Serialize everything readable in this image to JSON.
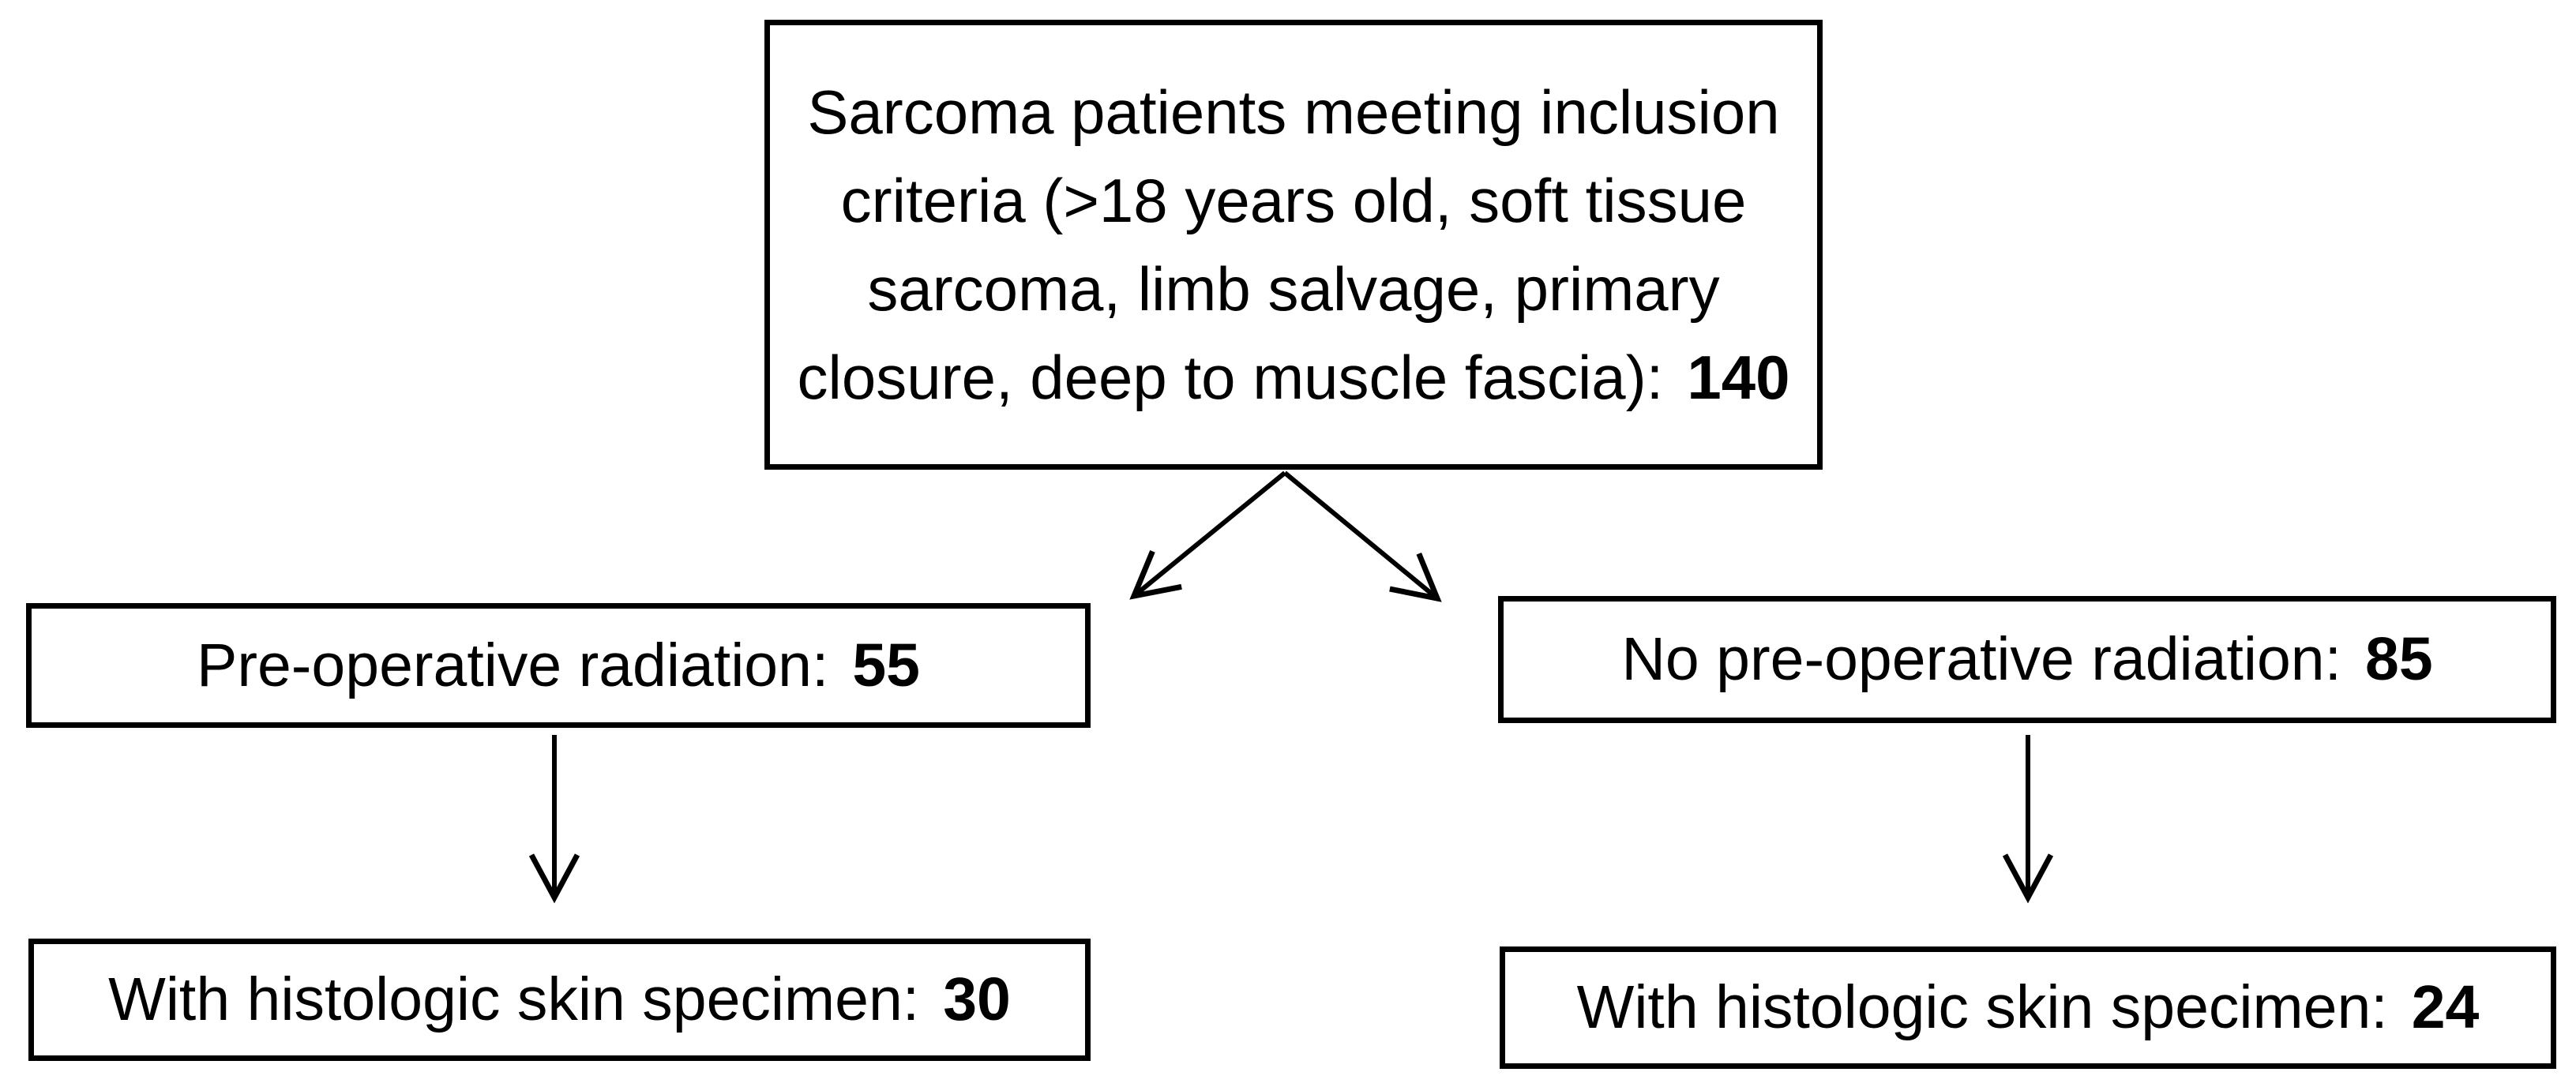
{
  "figure": {
    "type": "patient-flow-diagram",
    "background_color": "#ffffff",
    "line_color": "#000000",
    "text_color": "#000000"
  },
  "top_box": {
    "lines": [
      "Sarcoma patients meeting inclusion",
      "criteria (>18 years old, soft tissue",
      "sarcoma, limb salvage, primary",
      "closure, deep to muscle fascia):"
    ],
    "value": "140"
  },
  "left_branch": {
    "mid_box": {
      "label": "Pre-operative radiation:",
      "value": "55"
    },
    "bottom_box": {
      "label": "With histologic skin specimen:",
      "value": "30"
    }
  },
  "right_branch": {
    "mid_box": {
      "label": "No pre-operative radiation:",
      "value": "85"
    },
    "bottom_box": {
      "label": "With histologic skin specimen:",
      "value": "24"
    }
  }
}
